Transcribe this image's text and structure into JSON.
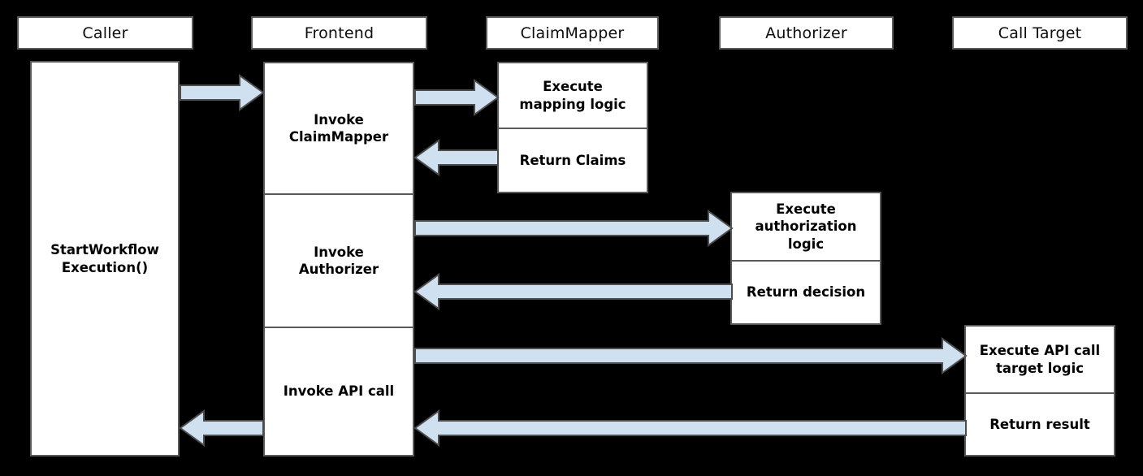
{
  "diagram": {
    "type": "sequence-diagram",
    "title": "",
    "background_color": "#000000",
    "box_fill": "#ffffff",
    "box_border": "#595959",
    "arrow_fill": "#cfe0f0",
    "arrow_border": "#4d4d4d"
  },
  "lifelines": [
    {
      "id": "caller",
      "label": "Caller"
    },
    {
      "id": "frontend",
      "label": "Frontend"
    },
    {
      "id": "claimmapper",
      "label": "ClaimMapper"
    },
    {
      "id": "authorizer",
      "label": "Authorizer"
    },
    {
      "id": "calltarget",
      "label": "Call Target"
    }
  ],
  "activations": {
    "caller": {
      "segments": [
        {
          "label": "StartWorkflow\nExecution()"
        }
      ]
    },
    "frontend": {
      "segments": [
        {
          "label": "Invoke\nClaimMapper"
        },
        {
          "label": "Invoke\nAuthorizer"
        },
        {
          "label": "Invoke API call"
        }
      ]
    },
    "claimmapper": {
      "segments": [
        {
          "label": "Execute\nmapping logic"
        },
        {
          "label": "Return Claims"
        }
      ]
    },
    "authorizer": {
      "segments": [
        {
          "label": "Execute\nauthorization\nlogic"
        },
        {
          "label": "Return decision"
        }
      ]
    },
    "calltarget": {
      "segments": [
        {
          "label": "Execute API call\ntarget logic"
        },
        {
          "label": "Return result"
        }
      ]
    }
  },
  "messages": [
    {
      "id": "m1",
      "from": "caller",
      "to": "frontend",
      "direction": "right",
      "label": ""
    },
    {
      "id": "m2",
      "from": "frontend",
      "to": "claimmapper",
      "direction": "right",
      "label": ""
    },
    {
      "id": "m3",
      "from": "claimmapper",
      "to": "frontend",
      "direction": "left",
      "label": ""
    },
    {
      "id": "m4",
      "from": "frontend",
      "to": "authorizer",
      "direction": "right",
      "label": ""
    },
    {
      "id": "m5",
      "from": "authorizer",
      "to": "frontend",
      "direction": "left",
      "label": ""
    },
    {
      "id": "m6",
      "from": "frontend",
      "to": "calltarget",
      "direction": "right",
      "label": ""
    },
    {
      "id": "m7",
      "from": "calltarget",
      "to": "frontend",
      "direction": "left",
      "label": ""
    },
    {
      "id": "m8",
      "from": "frontend",
      "to": "caller",
      "direction": "left",
      "label": ""
    }
  ]
}
